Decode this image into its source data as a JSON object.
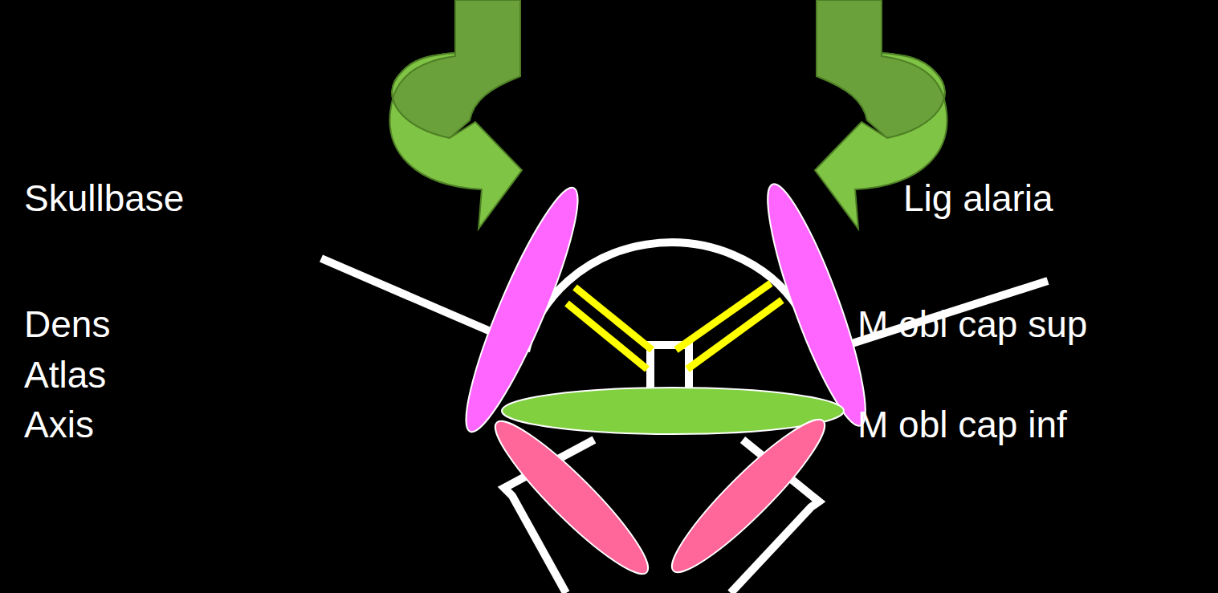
{
  "diagram": {
    "labels": [
      "Skullbase",
      "Lig alaria",
      "Dens",
      "M obl cap sup",
      "Atlas",
      "Axis",
      "M obl cap inf"
    ]
  }
}
